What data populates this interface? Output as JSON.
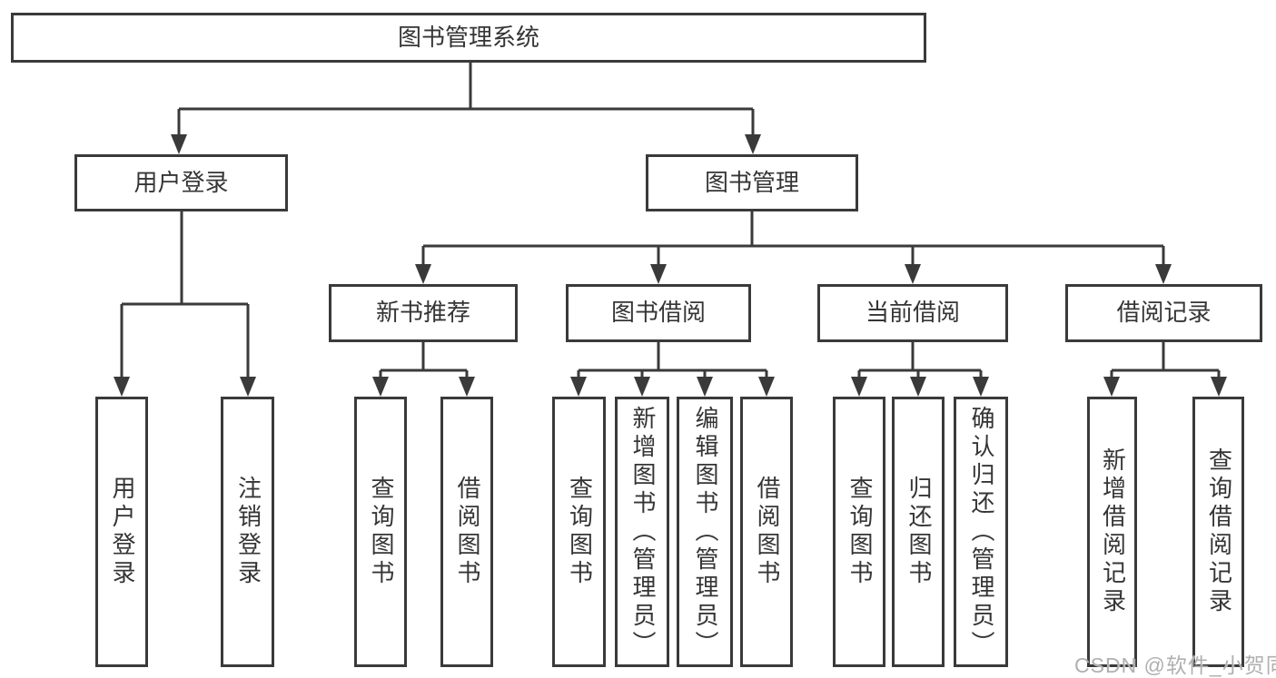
{
  "root": {
    "label": "图书管理系统"
  },
  "branches": [
    {
      "label": "用户登录",
      "children": [
        {
          "label": "用户登录"
        },
        {
          "label": "注销登录"
        }
      ]
    },
    {
      "label": "图书管理",
      "children": [
        {
          "label": "新书推荐",
          "children": [
            {
              "label": "查询图书"
            },
            {
              "label": "借阅图书"
            }
          ]
        },
        {
          "label": "图书借阅",
          "children": [
            {
              "label": "查询图书"
            },
            {
              "label": "新增图书（管理员）"
            },
            {
              "label": "编辑图书（管理员）"
            },
            {
              "label": "借阅图书"
            }
          ]
        },
        {
          "label": "当前借阅",
          "children": [
            {
              "label": "查询图书"
            },
            {
              "label": "归还图书"
            },
            {
              "label": "确认归还（管理员）"
            }
          ]
        },
        {
          "label": "借阅记录",
          "children": [
            {
              "label": "新增借阅记录"
            },
            {
              "label": "查询借阅记录"
            }
          ]
        }
      ]
    }
  ],
  "watermark": {
    "text": "CSDN @软件_小贺同学"
  },
  "colors": {
    "line": "#3a3a3a",
    "text": "#353535",
    "background": "#ffffff",
    "watermark": "#b0b0b0"
  }
}
